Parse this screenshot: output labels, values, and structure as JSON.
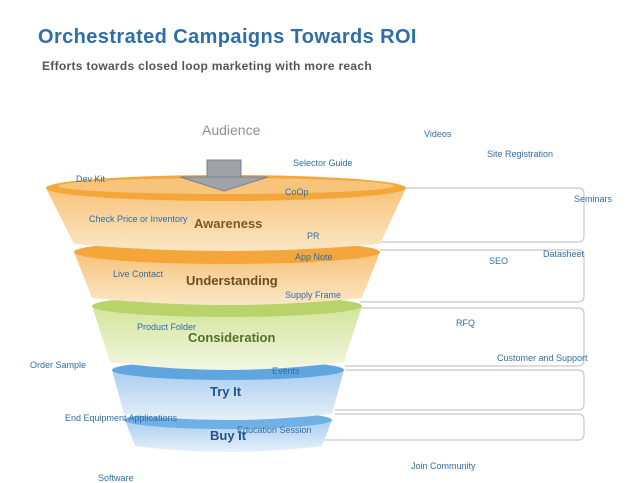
{
  "header": {
    "title": "Orchestrated Campaigns Towards ROI",
    "subtitle": "Efforts towards closed loop marketing with more reach"
  },
  "funnel": {
    "audience_label": "Audience",
    "stages": [
      {
        "label": "Awareness",
        "color": "#f4a63a"
      },
      {
        "label": "Understanding",
        "color": "#f4a63a"
      },
      {
        "label": "Consideration",
        "color": "#b7d36a"
      },
      {
        "label": "Try It",
        "color": "#5fa6e0"
      },
      {
        "label": "Buy It",
        "color": "#5fa6e0"
      }
    ]
  },
  "tactics": {
    "videos": "Videos",
    "site_registration": "Site Registration",
    "selector_guide": "Selector Guide",
    "dev_kit": "Dev Kit",
    "coop": "CoOp",
    "seminars": "Seminars",
    "check_price": "Check Price or Inventory",
    "pr": "PR",
    "app_note": "App Note",
    "datasheet": "Datasheet",
    "seo": "SEO",
    "live_contact": "Live Contact",
    "supply_frame": "Supply Frame",
    "rfq": "RFQ",
    "product_folder": "Product Folder",
    "customer_support": "Customer and Support",
    "order_sample": "Order Sample",
    "events": "Events",
    "end_equipment": "End Equipment Applications",
    "education_session": "Education Session",
    "join_community": "Join Community",
    "software": "Software"
  }
}
